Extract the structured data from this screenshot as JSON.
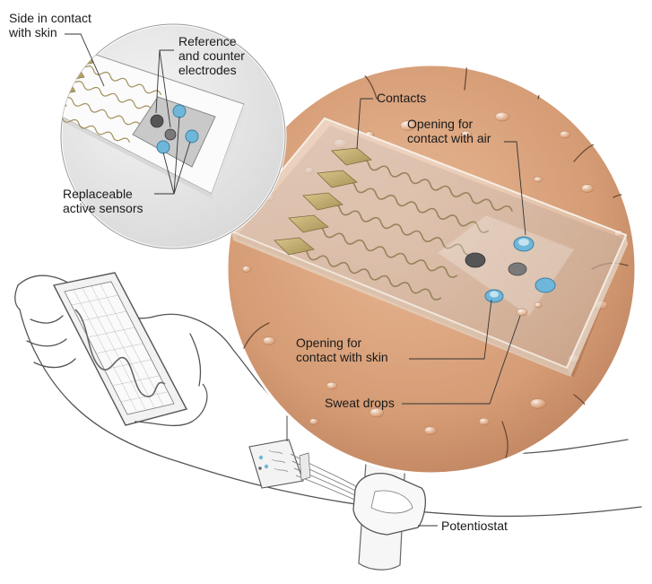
{
  "labels": {
    "side_in_contact": "Side in contact\nwith skin",
    "reference_counter": "Reference\nand counter\nelectrodes",
    "replaceable_sensors": "Replaceable\nactive sensors",
    "contacts": "Contacts",
    "opening_air": "Opening for\ncontact with air",
    "opening_skin": "Opening for\ncontact with skin",
    "sweat_drops": "Sweat drops",
    "potentiostat": "Potentiostat"
  },
  "colors": {
    "skin": "#d9a47f",
    "skin_dark": "#b97d58",
    "contact_pad": "#c9b477",
    "active_sensor": "#6fb7da",
    "reference_electrode": "#5d5d5d",
    "leader_line": "#333333"
  }
}
